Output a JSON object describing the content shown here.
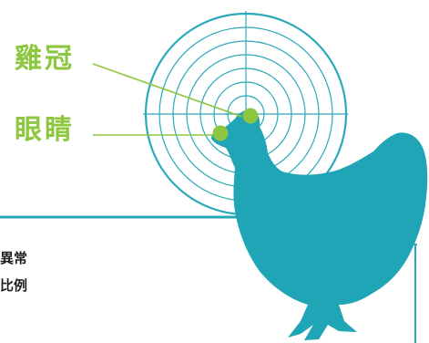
{
  "labels": {
    "comb": "雞冠",
    "eye": "眼睛"
  },
  "text_lines": [
    "異常",
    "比例"
  ],
  "colors": {
    "accent_green": "#8dc63f",
    "chicken_teal": "#1fa5b5",
    "rings_teal": "#2aa9b8",
    "rule_teal": "#2aa9b8",
    "text_dark": "#1e1e1e"
  },
  "icons": {
    "target": "concentric-target-icon",
    "chicken": "hen-silhouette-icon"
  }
}
